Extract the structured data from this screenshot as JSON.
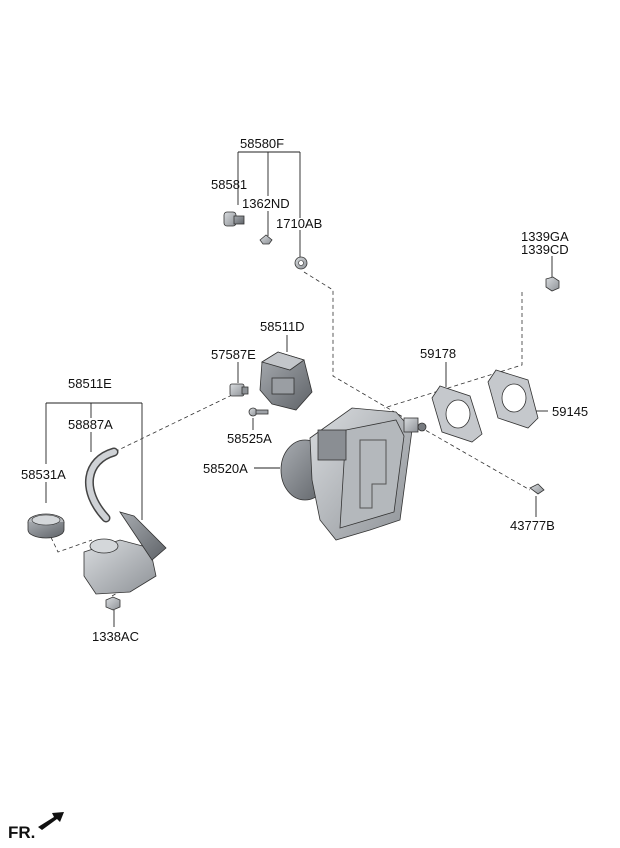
{
  "labels": {
    "p58580F": "58580F",
    "p58581": "58581",
    "p1362ND": "1362ND",
    "p1710AB": "1710AB",
    "p1339GA": "1339GA",
    "p1339CD": "1339CD",
    "p58511D": "58511D",
    "p57587E": "57587E",
    "p59178": "59178",
    "p58511E": "58511E",
    "p58887A": "58887A",
    "p58525A": "58525A",
    "p59145": "59145",
    "p58520A": "58520A",
    "p58531A": "58531A",
    "p43777B": "43777B",
    "p1338AC": "1338AC",
    "fr": "FR."
  },
  "colors": {
    "part_light": "#c8cbcf",
    "part_mid": "#9ea2a7",
    "part_dark": "#6b6f74",
    "line": "#222222"
  }
}
